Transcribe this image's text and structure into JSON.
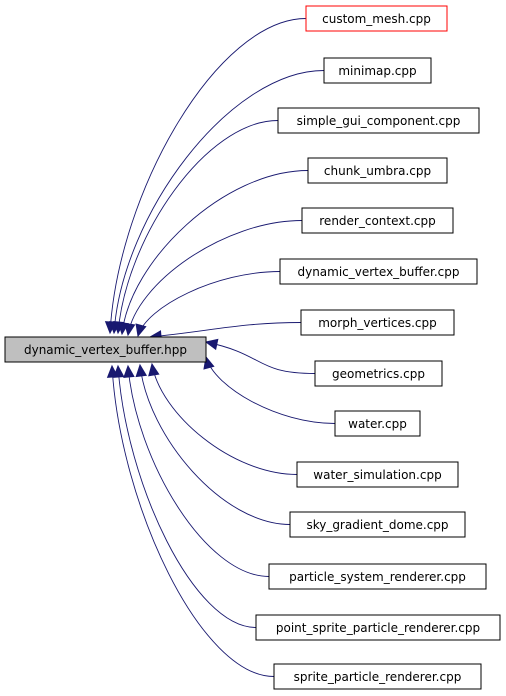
{
  "root": {
    "label": "dynamic_vertex_buffer.hpp",
    "fill": "#bfbfbf",
    "stroke": "#000000"
  },
  "edge_color": "#191970",
  "node_stroke": "#000000",
  "highlight_stroke": "#ff0000",
  "dependents": [
    {
      "label": "custom_mesh.cpp",
      "highlighted": true
    },
    {
      "label": "minimap.cpp",
      "highlighted": false
    },
    {
      "label": "simple_gui_component.cpp",
      "highlighted": false
    },
    {
      "label": "chunk_umbra.cpp",
      "highlighted": false
    },
    {
      "label": "render_context.cpp",
      "highlighted": false
    },
    {
      "label": "dynamic_vertex_buffer.cpp",
      "highlighted": false
    },
    {
      "label": "morph_vertices.cpp",
      "highlighted": false
    },
    {
      "label": "geometrics.cpp",
      "highlighted": false
    },
    {
      "label": "water.cpp",
      "highlighted": false
    },
    {
      "label": "water_simulation.cpp",
      "highlighted": false
    },
    {
      "label": "sky_gradient_dome.cpp",
      "highlighted": false
    },
    {
      "label": "particle_system_renderer.cpp",
      "highlighted": false
    },
    {
      "label": "point_sprite_particle_renderer.cpp",
      "highlighted": false
    },
    {
      "label": "sprite_particle_renderer.cpp",
      "highlighted": false
    }
  ]
}
